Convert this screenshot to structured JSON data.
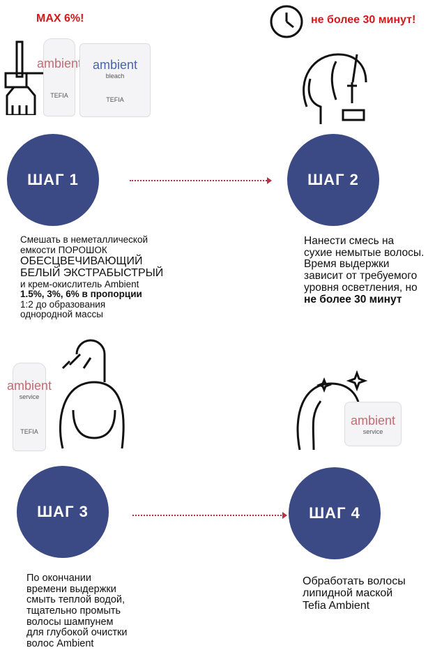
{
  "step1": {
    "badge": "MAX 6%!",
    "label": "ШАГ 1",
    "text_lines": [
      "Смешать в неметаллической",
      "емкости ПОРОШОК",
      "ОБЕСЦВЕЧИВАЮЩИЙ",
      "БЕЛЫЙ ЭКСТРАБЫСТРЫЙ",
      "и крем-окислитель Ambient",
      "1.5%, 3%, 6% в пропорции",
      "1:2 до образования",
      "однородной массы"
    ],
    "product_bottle": {
      "brand": "ambient",
      "maker": "TEFIA"
    },
    "product_pouch": {
      "brand": "ambient",
      "sub": "bleach",
      "maker": "TEFIA"
    }
  },
  "step2": {
    "badge": "не более 30 минут!",
    "label": "ШАГ 2",
    "text_lines": [
      "Нанести смесь на",
      "сухие немытые волосы.",
      "Время выдержки",
      "зависит от требуемого",
      "уровня осветления, но",
      "не более 30 минут"
    ]
  },
  "step3": {
    "label": "ШАГ 3",
    "text_lines": [
      "По окончании",
      "времени выдержки",
      "смыть теплой водой,",
      "тщательно промыть",
      "волосы шампунем",
      "для глубокой очистки",
      "волос Ambient"
    ],
    "product": {
      "brand": "ambient",
      "sub": "service",
      "maker": "TEFIA"
    }
  },
  "step4": {
    "label": "ШАГ 4",
    "text_lines": [
      "Обработать волосы",
      "липидной маской",
      "Tefia Ambient"
    ],
    "product": {
      "brand": "ambient",
      "sub": "service"
    }
  },
  "colors": {
    "circle": "#3b4a85",
    "accent": "#d21a1a",
    "arrow": "#b5344a"
  }
}
